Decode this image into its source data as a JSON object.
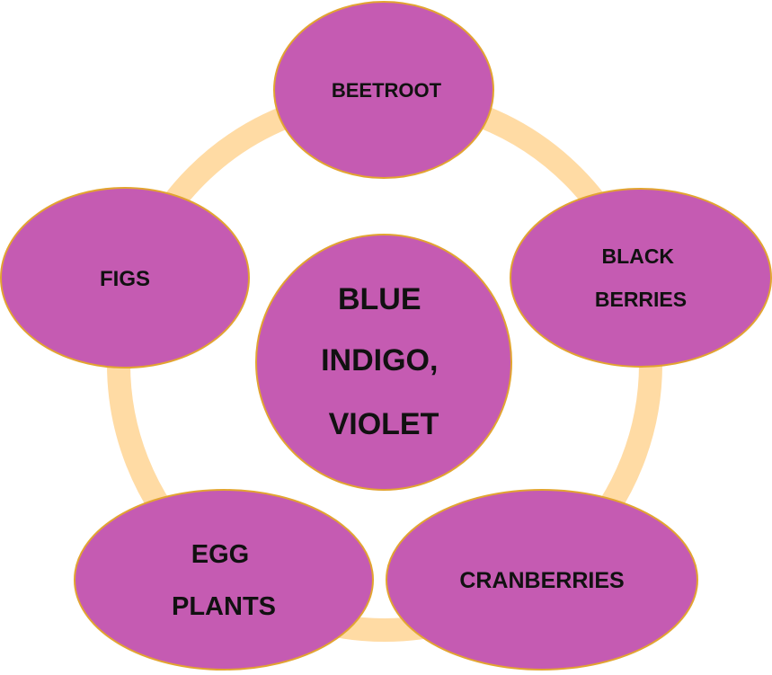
{
  "colors": {
    "ring": "#FFDBA4",
    "node_fill": "#C55BB2",
    "node_stroke": "#E2A431",
    "text": "#111111"
  },
  "center": {
    "lines": [
      "BLUE",
      "INDIGO,",
      "VIOLET"
    ]
  },
  "nodes": [
    {
      "id": "beetroot",
      "lines": [
        "BEETROOT"
      ]
    },
    {
      "id": "blackberries",
      "lines": [
        "BLACK",
        "BERRIES"
      ]
    },
    {
      "id": "cranberries",
      "lines": [
        "CRANBERRIES"
      ]
    },
    {
      "id": "egg-plants",
      "lines": [
        "EGG",
        "PLANTS"
      ]
    },
    {
      "id": "figs",
      "lines": [
        "FIGS"
      ]
    }
  ]
}
